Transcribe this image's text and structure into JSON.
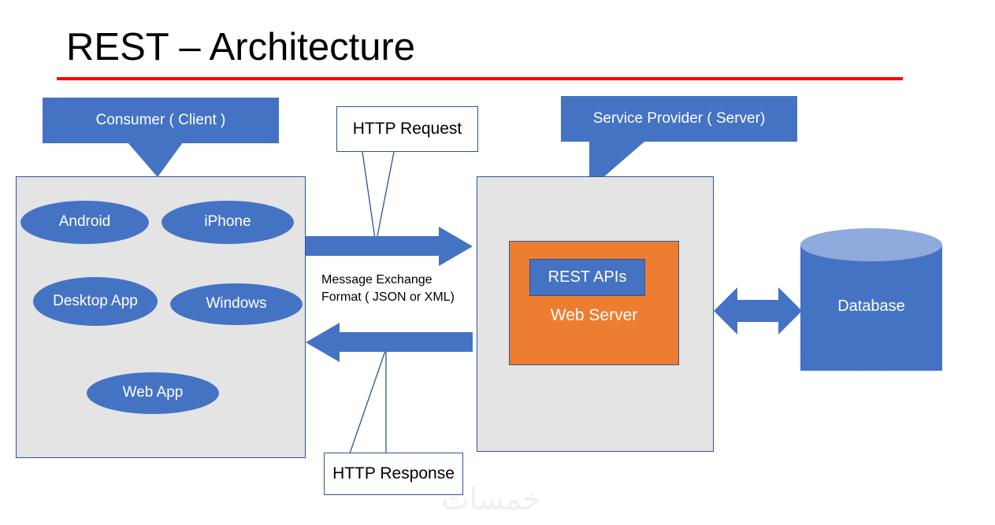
{
  "slide": {
    "title": "REST – Architecture",
    "rule_color": "#FF0000",
    "background": "#FFFFFF",
    "watermark": "خمسات"
  },
  "palette": {
    "blue": "#4573C4",
    "dark_blue_border": "#2E5496",
    "light_blue": "#8FAADC",
    "orange": "#ED7D31",
    "gray_panel": "#E4E4E4",
    "white": "#FFFFFF",
    "red": "#FF0000"
  },
  "client": {
    "callout_label": "Consumer ( Client )",
    "nodes": [
      {
        "label": "Android"
      },
      {
        "label": "iPhone"
      },
      {
        "label": "Desktop App"
      },
      {
        "label": "Windows"
      },
      {
        "label": "Web App"
      }
    ]
  },
  "middle": {
    "request_label": "HTTP Request",
    "response_label": "HTTP Response",
    "message_format_line1": "Message Exchange",
    "message_format_line2": "Format ( JSON or XML)",
    "request_arrow": "arrow-right",
    "response_arrow": "arrow-left"
  },
  "server": {
    "callout_label": "Service Provider ( Server)",
    "web_server_label": "Web Server",
    "rest_apis_label": "REST APIs"
  },
  "database": {
    "label": "Database",
    "link_arrow": "double-arrow-horizontal"
  }
}
